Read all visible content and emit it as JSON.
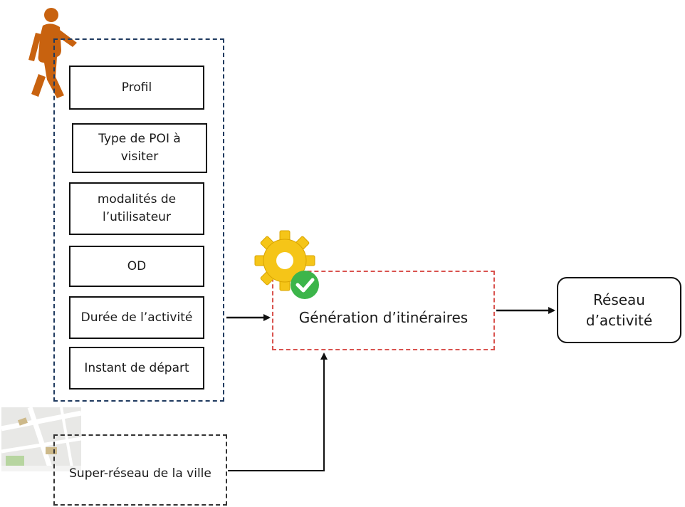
{
  "diagram": {
    "inputs": {
      "items": [
        "Profil",
        "Type de POI à\nvisiter",
        "modalités de\nl’utilisateur",
        "OD",
        "Durée de l’activité",
        "Instant de départ"
      ]
    },
    "super_reseau": {
      "label": "Super-réseau de la ville"
    },
    "generation": {
      "label": "Génération d’itinéraires"
    },
    "output": {
      "label": "Réseau\nd’activité"
    }
  },
  "icons": {
    "user": "walking-person-icon",
    "process": "gear-check-icon",
    "map": "city-map-icon"
  },
  "colors": {
    "person": "#c8620f",
    "gear": "#f5c518",
    "check": "#3cb54a",
    "input_group_border": "#1f3a5f",
    "generation_border": "#d9534f"
  }
}
